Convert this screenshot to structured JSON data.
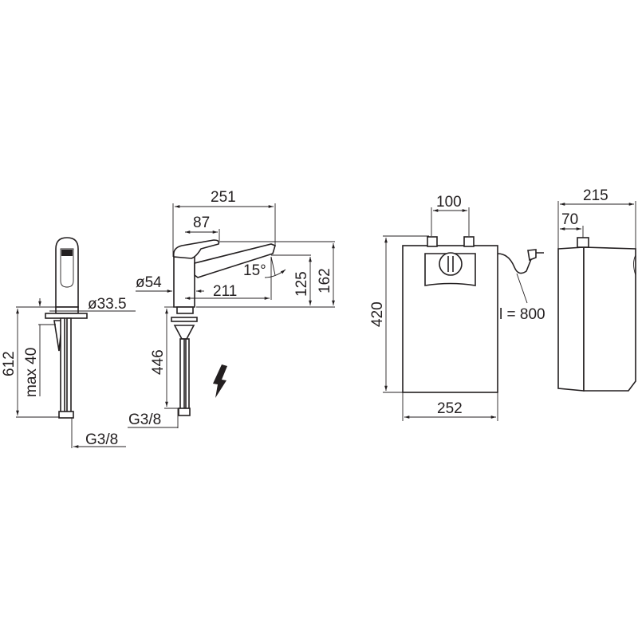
{
  "title": "Kitchen faucet with under-sink water heater — dimension drawing",
  "faucet_front": {
    "height_total": "612",
    "mount_thickness": "max 40",
    "hole_diameter": "ø33.5",
    "connection": "G3/8"
  },
  "faucet_side": {
    "spout_reach_total": "251",
    "lever_length": "87",
    "body_diameter": "ø54",
    "spout_reach": "211",
    "spout_angle": "15°",
    "outlet_height": "125",
    "total_height": "162",
    "hose_length": "446",
    "connection": "G3/8"
  },
  "heater_front": {
    "connector_spacing": "100",
    "height": "420",
    "width": "252",
    "cable_length": "l = 800"
  },
  "heater_side": {
    "depth": "215",
    "connector_offset": "70"
  },
  "icons": [
    "lightning-bolt-icon",
    "power-plug-icon"
  ],
  "colors": {
    "line": "#231f20",
    "background": "#ffffff"
  }
}
